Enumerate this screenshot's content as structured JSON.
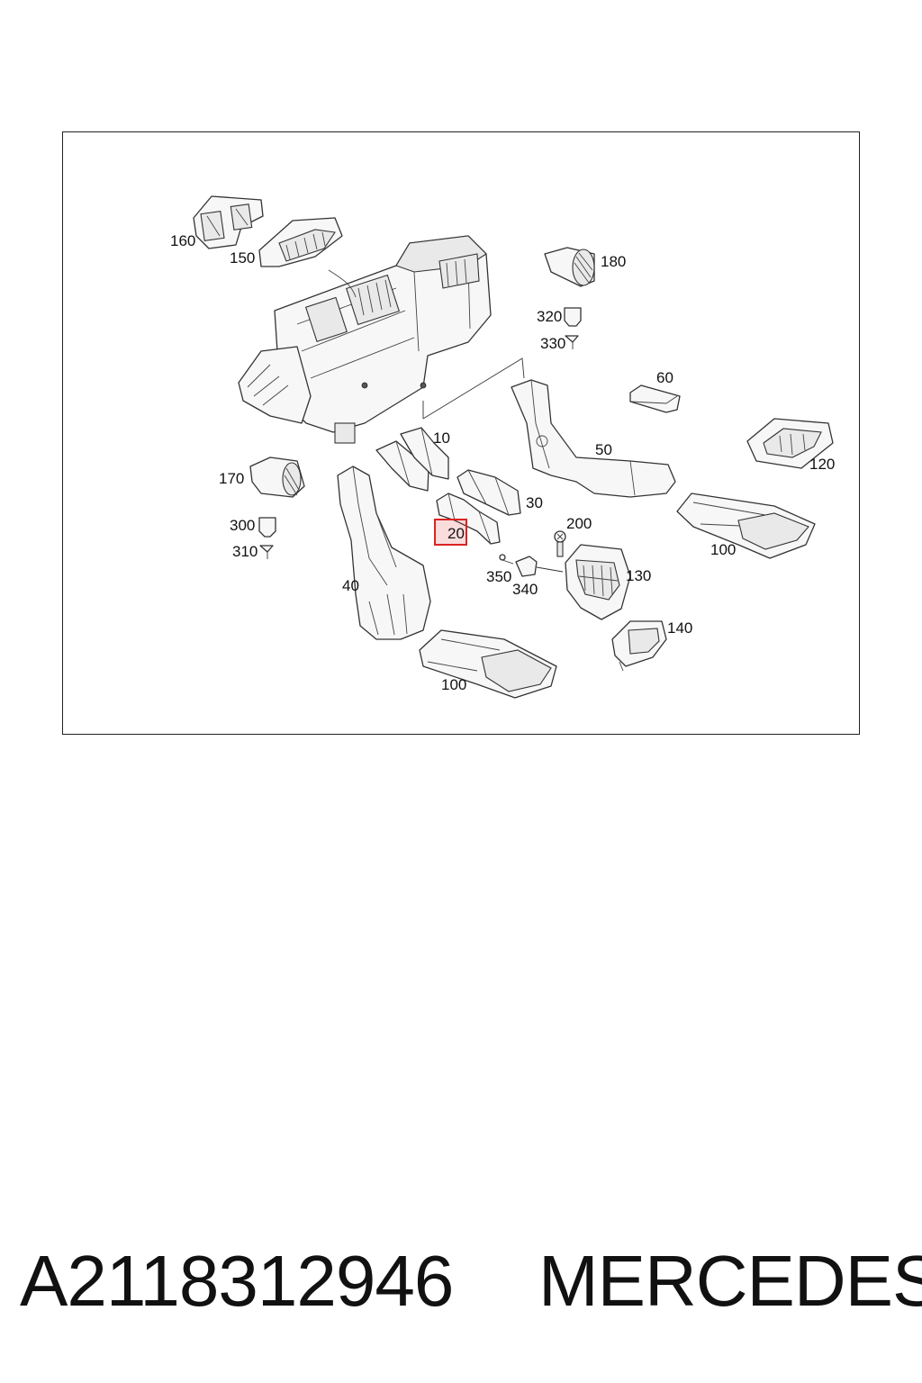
{
  "diagram": {
    "labels": {
      "p10": "10",
      "p20": "20",
      "p30": "30",
      "p40": "40",
      "p50": "50",
      "p60": "60",
      "p100a": "100",
      "p100b": "100",
      "p120": "120",
      "p130": "130",
      "p140": "140",
      "p150": "150",
      "p160": "160",
      "p170": "170",
      "p180": "180",
      "p200": "200",
      "p300": "300",
      "p310": "310",
      "p320": "320",
      "p330": "330",
      "p340": "340",
      "p350": "350"
    },
    "highlighted_part": "20",
    "highlight_color": "#dd2222"
  },
  "footer": {
    "part_number": "A2118312946",
    "brand": "MERCEDES"
  }
}
